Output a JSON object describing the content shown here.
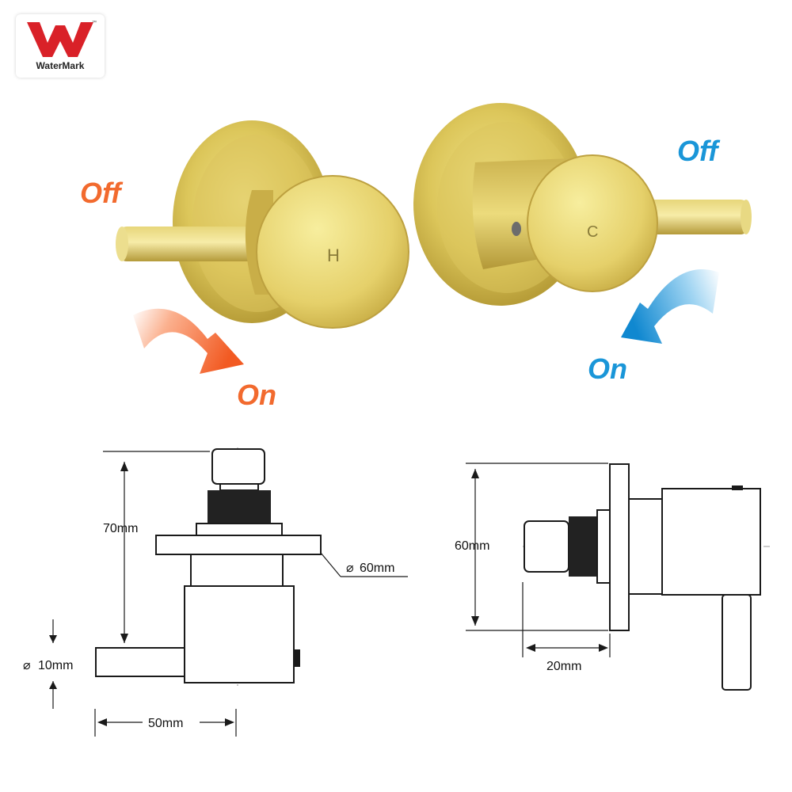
{
  "logo": {
    "brand": "WaterMark",
    "icon": "watermark-w-icon",
    "color": "#d92128"
  },
  "hot_handle": {
    "cap_label": "H",
    "off_label": "Off",
    "on_label": "On",
    "accent": "#f26a2e"
  },
  "cold_handle": {
    "cap_label": "C",
    "off_label": "Off",
    "on_label": "On",
    "accent": "#1a96d8"
  },
  "finish_color": "#d9c255",
  "dimensions": {
    "height": "70mm",
    "plate_diameter": "60mm",
    "lever_diameter": "10mm",
    "lever_length": "50mm",
    "side_height": "60mm",
    "spindle_depth": "20mm"
  }
}
